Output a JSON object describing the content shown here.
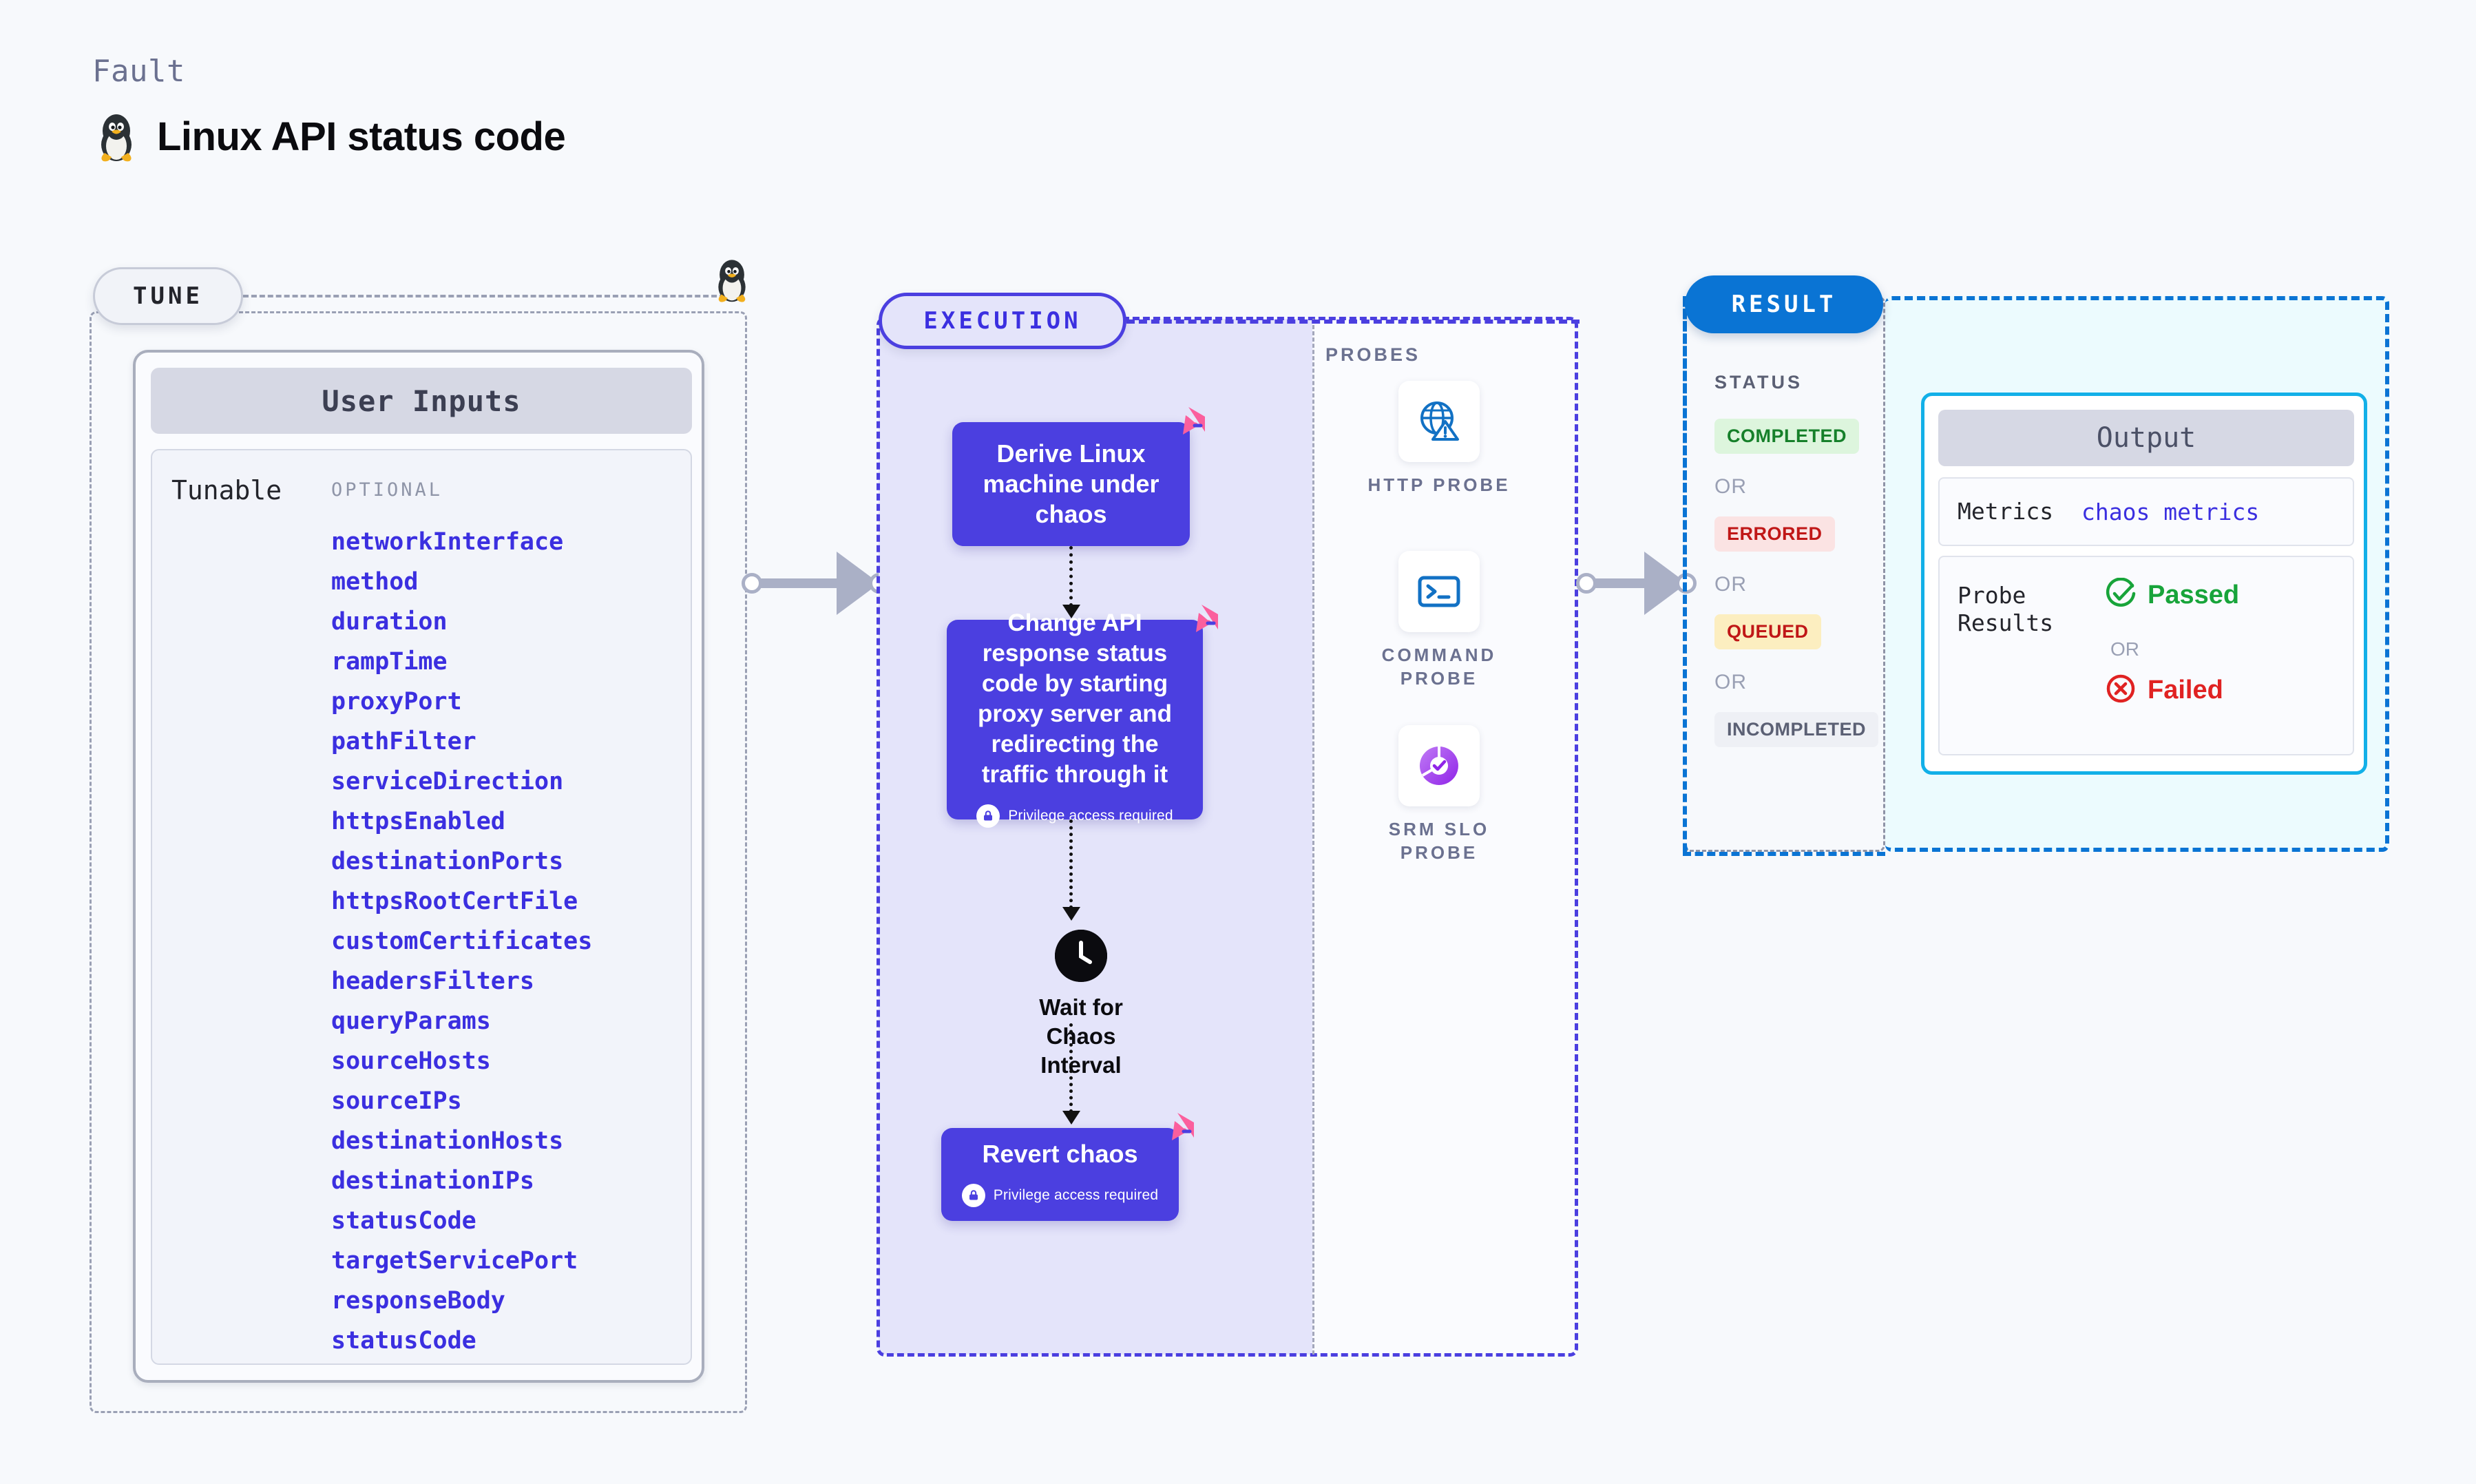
{
  "header": {
    "eyebrow": "Fault",
    "title": "Linux API status code",
    "os_icon": "linux-penguin-icon"
  },
  "tune": {
    "pill_label": "TUNE",
    "os_icon": "linux-penguin-icon",
    "card_title": "User Inputs",
    "group_label": "Tunable",
    "requirement_label": "OPTIONAL",
    "tunables": [
      "networkInterface",
      "method",
      "duration",
      "rampTime",
      "proxyPort",
      "pathFilter",
      "serviceDirection",
      "httpsEnabled",
      "destinationPorts",
      "httpsRootCertFile",
      "customCertificates",
      "headersFilters",
      "queryParams",
      "sourceHosts",
      "sourceIPs",
      "destinationHosts",
      "destinationIPs",
      "statusCode",
      "targetServicePort",
      "responseBody",
      "statusCode"
    ]
  },
  "execution": {
    "pill_label": "EXECUTION",
    "steps": [
      {
        "id": "derive",
        "text": "Derive Linux machine under chaos",
        "privilege": null,
        "badge_icon": "litmus-logo-icon"
      },
      {
        "id": "change",
        "text": "Change API response status code by starting proxy server and redirecting the traffic through it",
        "privilege": "Privilege access required",
        "badge_icon": "litmus-logo-icon"
      },
      {
        "id": "wait",
        "text": "Wait for Chaos Interval",
        "icon": "clock-icon"
      },
      {
        "id": "revert",
        "text": "Revert chaos",
        "privilege": "Privilege access required",
        "badge_icon": "litmus-logo-icon"
      }
    ]
  },
  "probes": {
    "title": "PROBES",
    "items": [
      {
        "label": "HTTP PROBE",
        "icon": "globe-warning-icon"
      },
      {
        "label": "COMMAND PROBE",
        "icon": "terminal-icon"
      },
      {
        "label": "SRM SLO PROBE",
        "icon": "slo-donut-check-icon"
      }
    ]
  },
  "result": {
    "pill_label": "RESULT",
    "status_title": "STATUS",
    "or_label": "OR",
    "statuses": [
      {
        "label": "COMPLETED",
        "bg": "#ddf5dd",
        "fg": "#16802a"
      },
      {
        "label": "ERRORED",
        "bg": "#fbe3e3",
        "fg": "#c01717"
      },
      {
        "label": "QUEUED",
        "bg": "#fceec0",
        "fg": "#c01717"
      },
      {
        "label": "INCOMPLETED",
        "bg": "#eef0f5",
        "fg": "#5b6074"
      }
    ],
    "output": {
      "title": "Output",
      "metrics_key": "Metrics",
      "metrics_value": "chaos metrics",
      "probe_results_key": "Probe\nResults",
      "passed_label": "Passed",
      "failed_label": "Failed",
      "or_label": "OR",
      "passed_icon": "check-circle-icon",
      "failed_icon": "x-circle-icon"
    }
  },
  "colors": {
    "accent_purple": "#4b3fe0",
    "accent_blue": "#0a74d4",
    "accent_cyan": "#12b0e8",
    "pink_badge": "#fb5f9d",
    "page_bg": "#f7f9fc"
  }
}
